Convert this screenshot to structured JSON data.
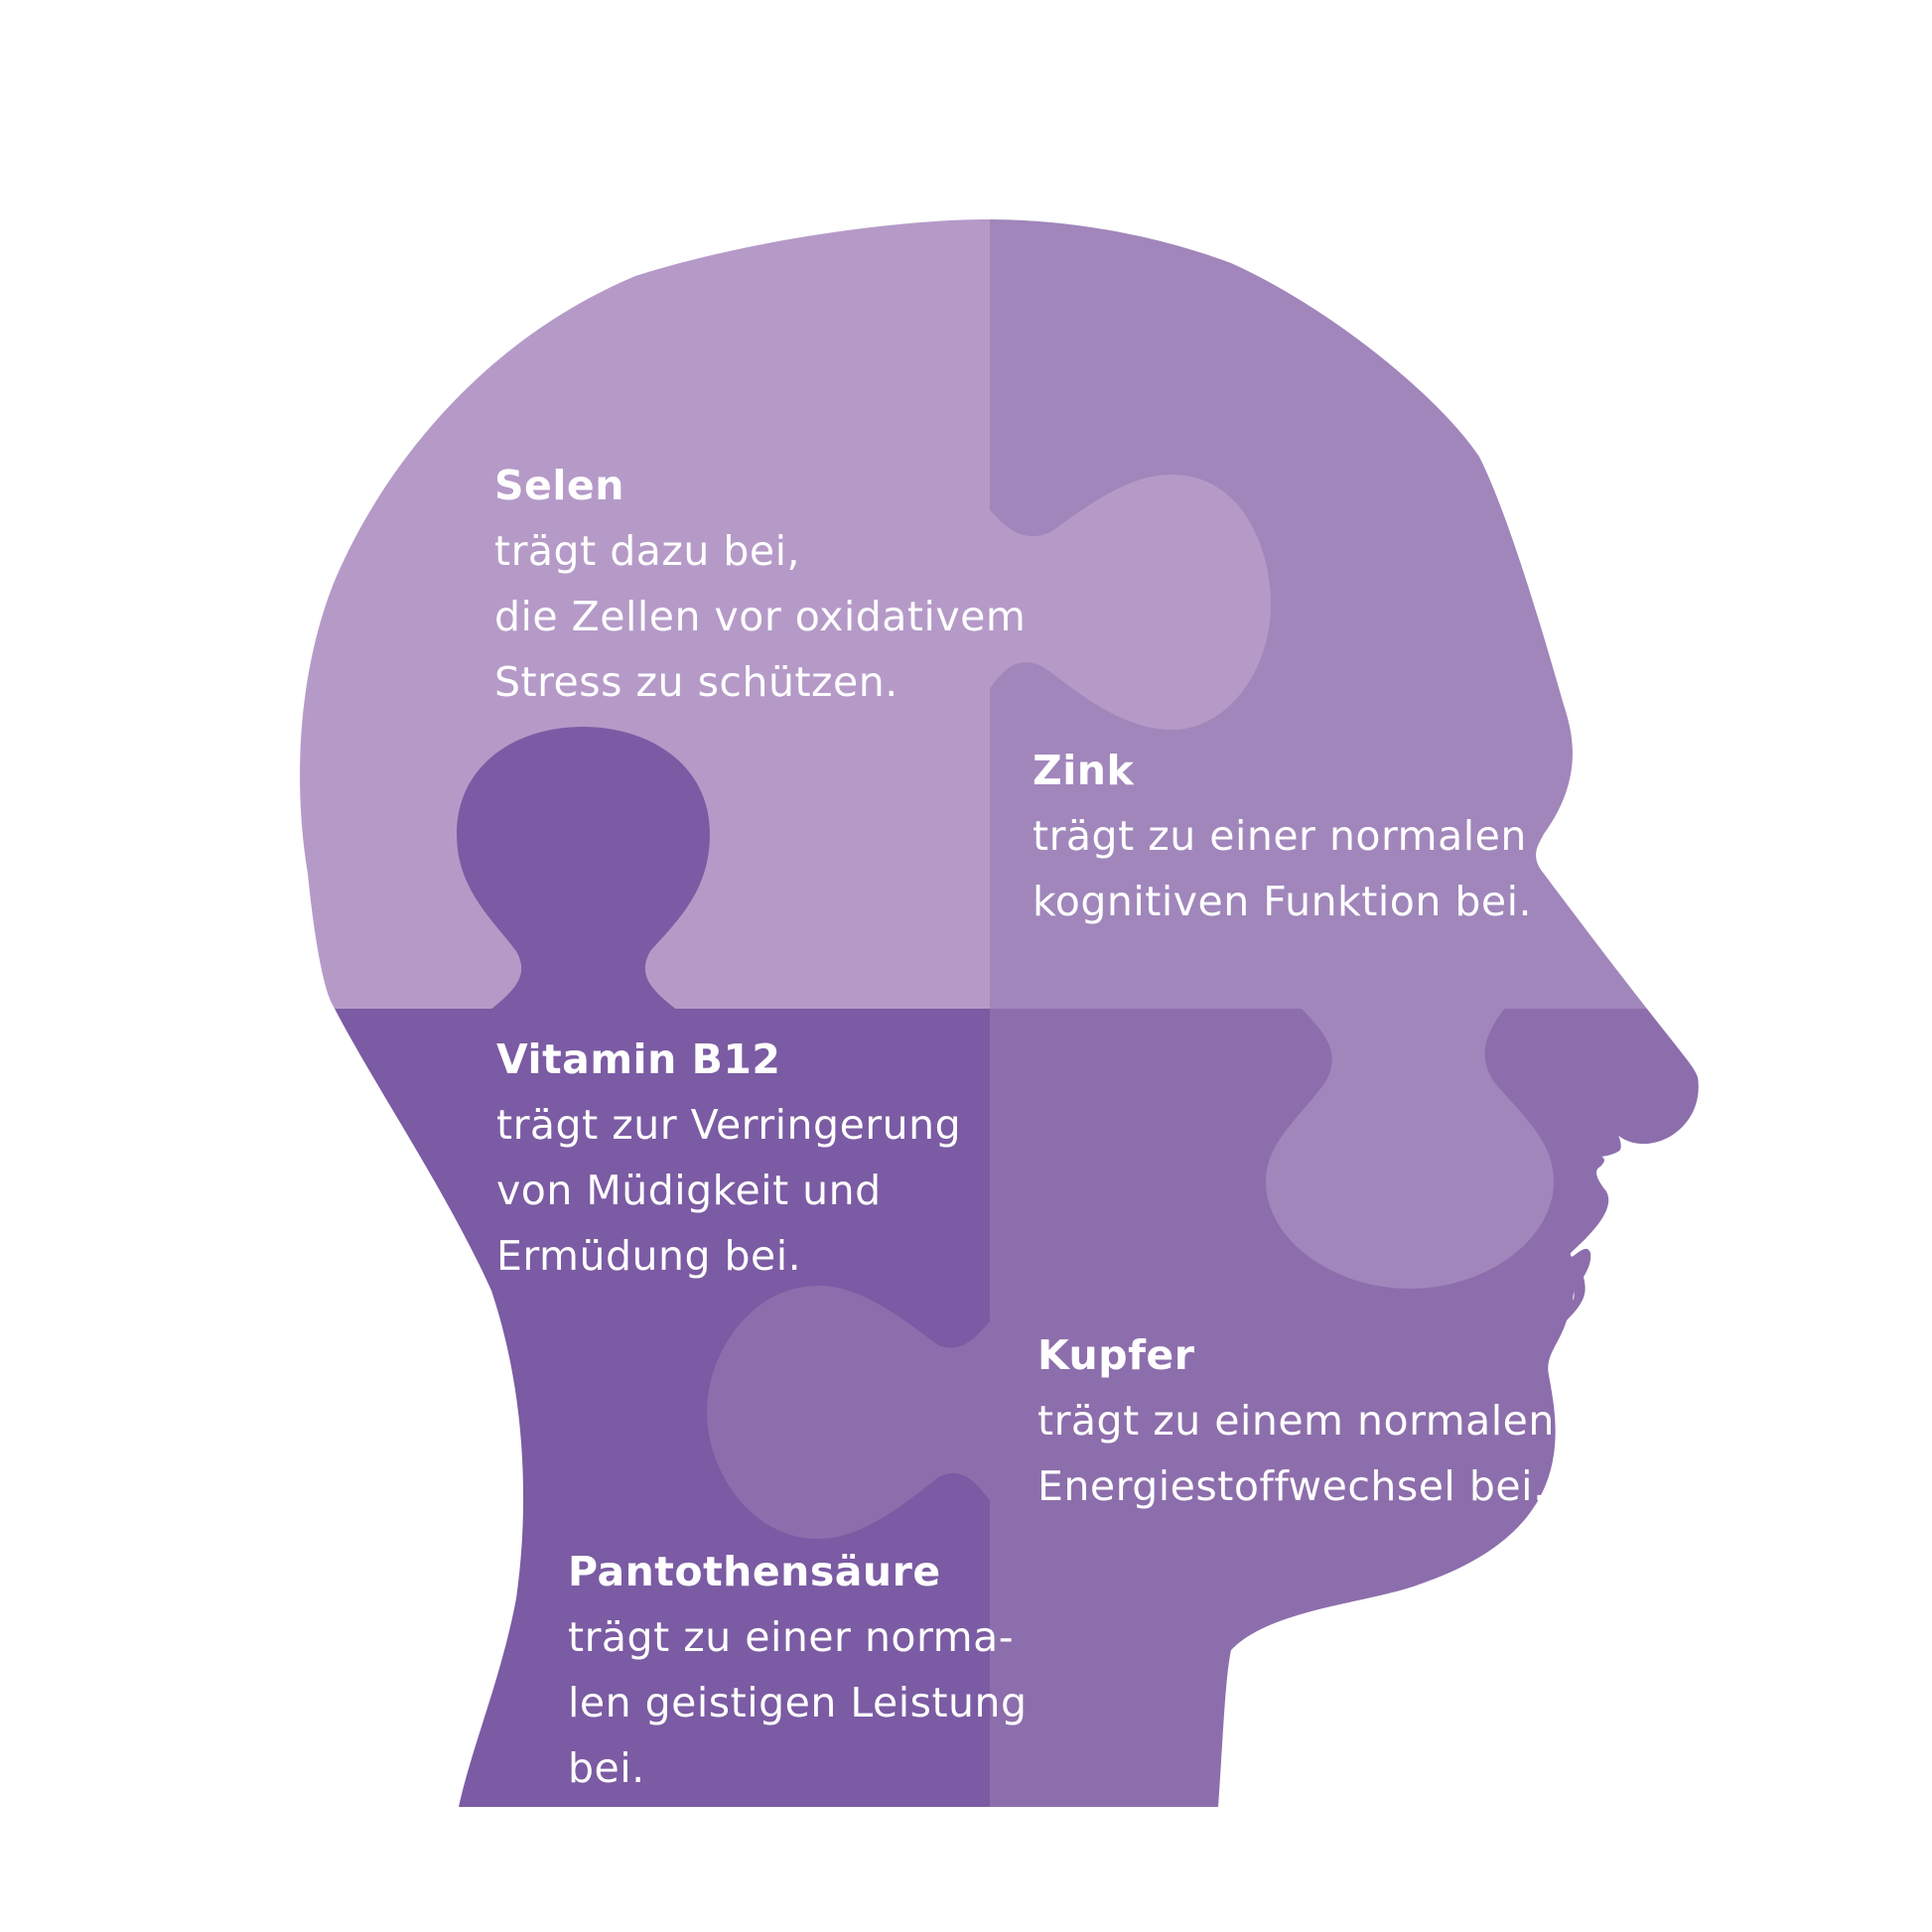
{
  "colors": {
    "background": "#ffffff",
    "light": "#b59ac8",
    "medium": "#a186bb",
    "mid_dark": "#8d6eac",
    "dark": "#7b5ba3",
    "text": "#ffffff"
  },
  "nutrients": {
    "selen": {
      "name": "Selen",
      "lines": [
        "trägt dazu bei,",
        "die Zellen vor oxidativem",
        "Stress zu schützen."
      ]
    },
    "zink": {
      "name": "Zink",
      "lines": [
        "trägt zu einer normalen",
        "kognitiven Funktion bei."
      ]
    },
    "vitamin_b12": {
      "name": "Vitamin B12",
      "lines": [
        "trägt zur Verringerung",
        "von Müdigkeit und",
        "Ermüdung bei."
      ]
    },
    "kupfer": {
      "name": "Kupfer",
      "lines": [
        "trägt zu einem normalen",
        "Energiestoffwechsel bei."
      ]
    },
    "pantothensaeure": {
      "name": "Pantothensäure",
      "lines": [
        "trägt zu einer norma-",
        "len geistigen Leistung",
        "bei."
      ]
    }
  }
}
